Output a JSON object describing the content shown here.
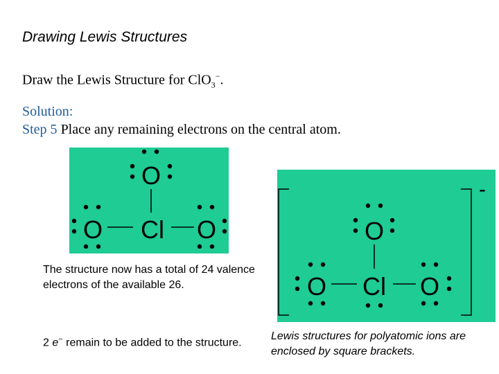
{
  "header": {
    "title": "Drawing Lewis Structures"
  },
  "question": {
    "prefix": "Draw the Lewis Structure for ClO",
    "subscript": "3",
    "superscript": "−",
    "suffix": "."
  },
  "solution": {
    "label": "Solution:",
    "step_label": "Step 5",
    "step_text": "Place any remaining electrons on the central atom."
  },
  "structure_left": {
    "top_o": "O",
    "left_o": "O",
    "center_cl": "Cl",
    "right_o": "O"
  },
  "structure_right": {
    "top_o": "O",
    "left_o": "O",
    "center_cl": "Cl",
    "right_o": "O",
    "charge": "-"
  },
  "notes": {
    "valence": "The structure now has a total of 24 valence electrons of the available 26.",
    "remaining_prefix": "2 ",
    "remaining_e": "e",
    "remaining_sup": "−",
    "remaining_suffix": " remain to be added to the structure."
  },
  "caption": "Lewis structures for polyatomic ions are enclosed by square brackets.",
  "colors": {
    "panel": "#1ecc94",
    "solution_text": "#1f5c99"
  }
}
